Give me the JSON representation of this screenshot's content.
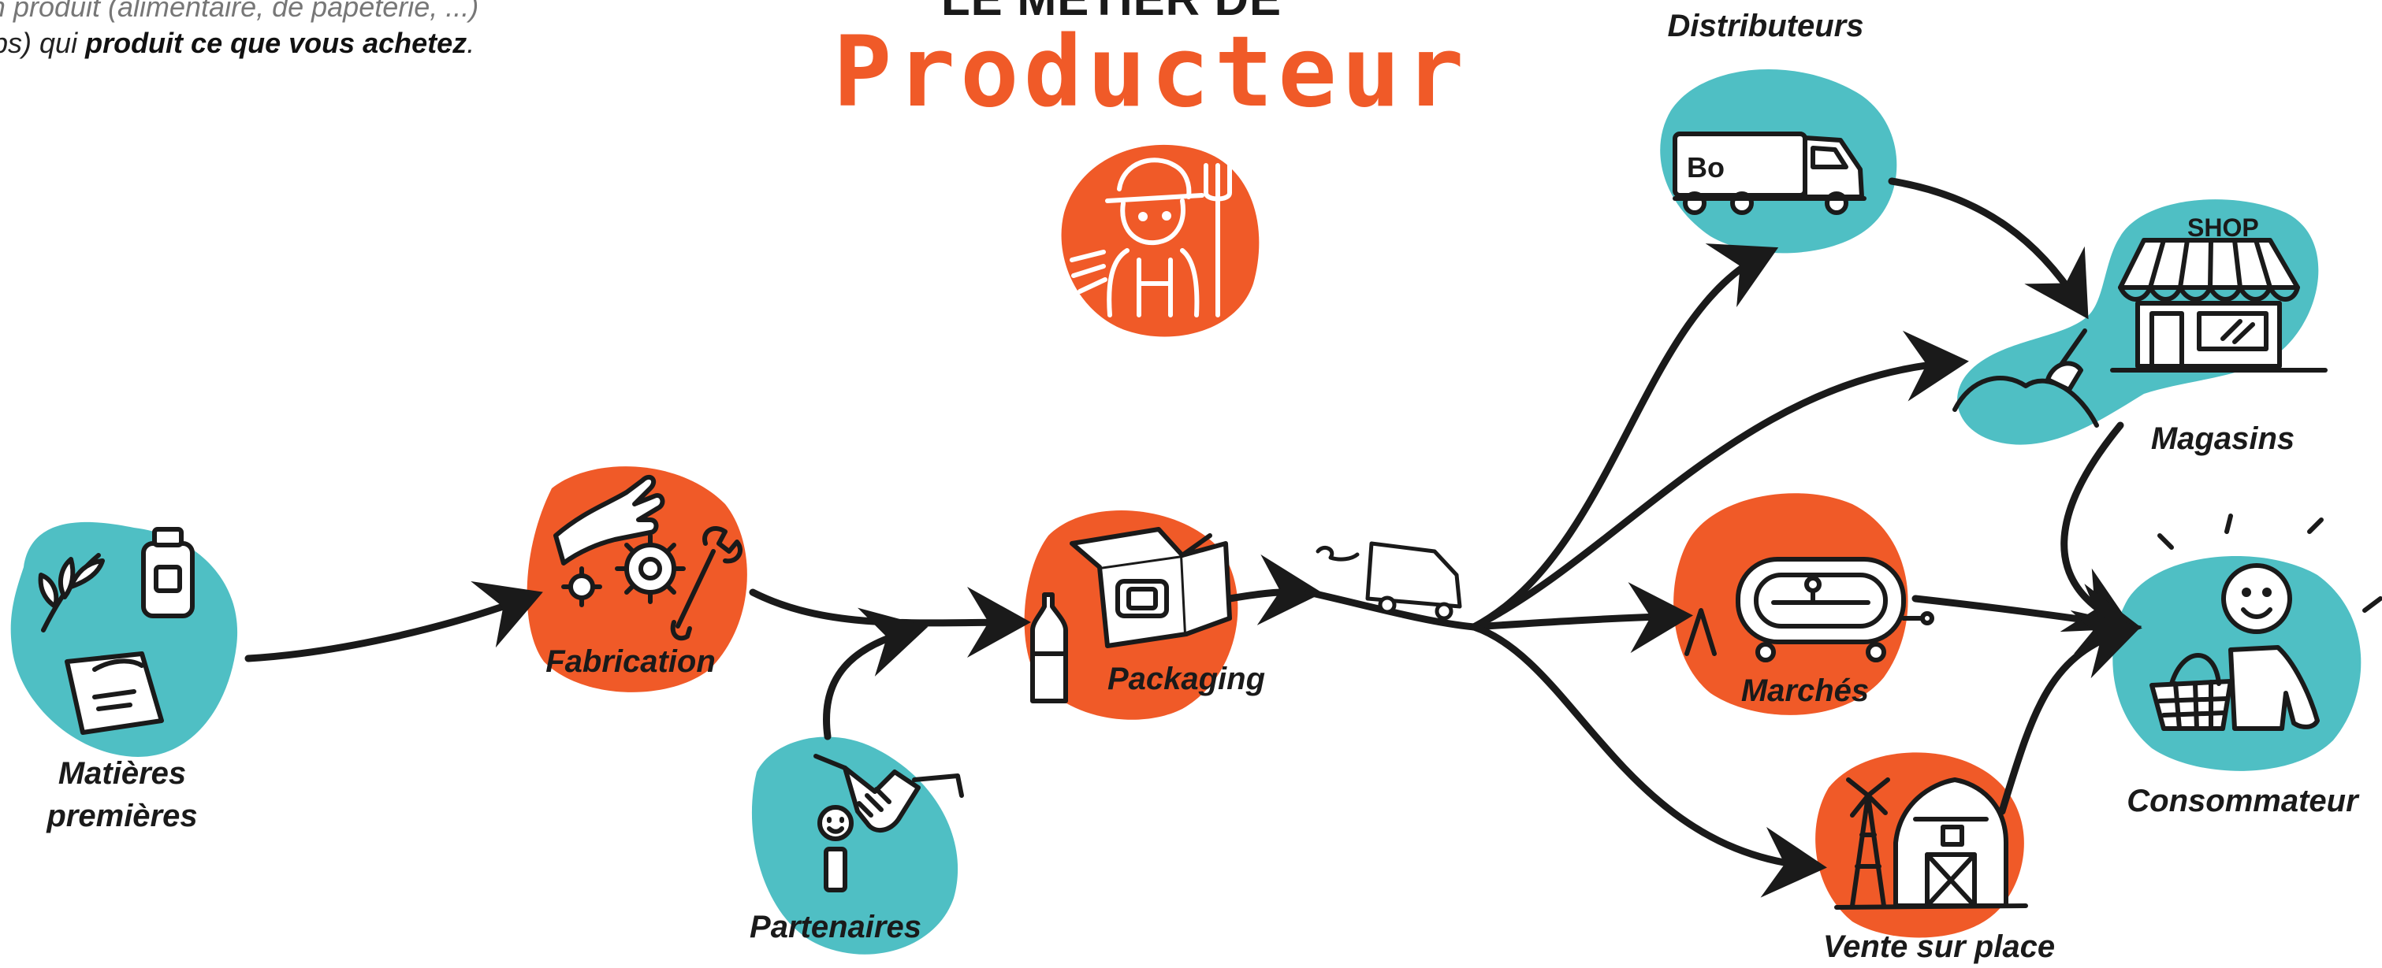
{
  "intro": {
    "line1": "d'un produit (alimentaire, de papeterie, ...)",
    "line2_pre": "emps) qui ",
    "line2_bold": "produit ce que vous achetez",
    "line2_post": "."
  },
  "heading": {
    "top": "LE MÉTIER DE",
    "main": "Producteur"
  },
  "nodes": {
    "matieres": {
      "label_1": "Matières",
      "label_2": "premières",
      "color": "#4fbfc4"
    },
    "fabrication": {
      "label": "Fabrication",
      "color": "#f05a28"
    },
    "partenaires": {
      "label": "Partenaires",
      "color": "#4fbfc4"
    },
    "packaging": {
      "label": "Packaging",
      "color": "#f05a28"
    },
    "distributeurs": {
      "label": "Distributeurs",
      "color": "#4fbfc4"
    },
    "magasins": {
      "label": "Magasins",
      "color": "#4fbfc4",
      "sign": "SHOP"
    },
    "marches": {
      "label": "Marchés",
      "color": "#f05a28"
    },
    "vente": {
      "label": "Vente sur place",
      "color": "#f05a28"
    },
    "consommateur": {
      "label": "Consommateur",
      "color": "#4fbfc4"
    },
    "producteur": {
      "color": "#f05a28"
    }
  },
  "truck_text": "Bo",
  "colors": {
    "teal": "#4fbfc4",
    "orange": "#f05a28",
    "ink": "#1a1a1a"
  }
}
